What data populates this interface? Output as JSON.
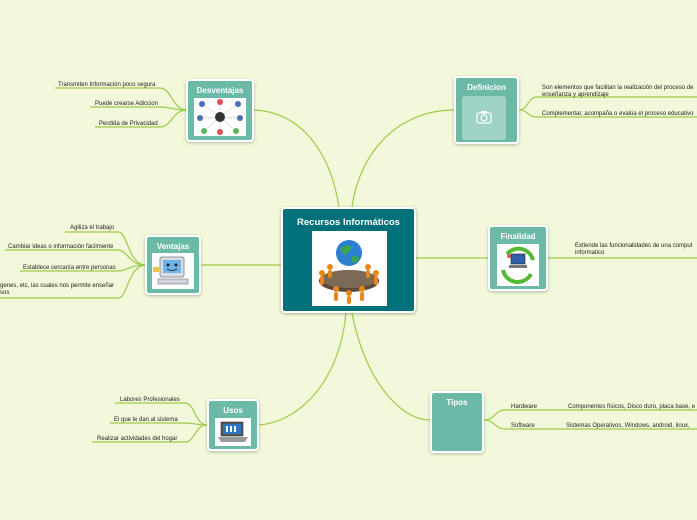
{
  "center": {
    "title": "Recursos Informáticos",
    "image": "globe-meeting-image"
  },
  "desventajas": {
    "title": "Desventajas",
    "image": "network-people-image",
    "items": [
      "Transmiten Información poco segura",
      "Puede crearse Adiccion",
      "Perdida de Privacidad"
    ]
  },
  "definicion": {
    "title": "Definicion",
    "image": "camera-icon",
    "items": [
      "Son elementos que facilitan la realización del proceso de enseñanza y aprendizaje",
      "Complementar, acompaña o evalúa el proceso educativo"
    ]
  },
  "ventajas": {
    "title": "Ventajas",
    "image": "computer-character-image",
    "items": [
      "Agiliza el trabajo",
      "Cambiar ideas o información fácilmente",
      "Establece cercanía entre personas",
      "genes, etc, las cuales nos permite enseñar sos"
    ]
  },
  "finalidad": {
    "title": "Finalidad",
    "image": "recycle-computer-image",
    "items": [
      "Extiende las funcionalidades de una comput informatico"
    ]
  },
  "usos": {
    "title": "Usos",
    "image": "laptop-image",
    "items": [
      "Labores Profesionales",
      "El que le dan al sistema",
      "Realizar actividades del hogar"
    ]
  },
  "tipos": {
    "title": "Tipos",
    "items": [
      {
        "label": "Hardware",
        "detail": "Componentes físicos, Disco duro, placa base, e"
      },
      {
        "label": "Software",
        "detail": "Sistemas Operativos, Windows, android, linux,"
      }
    ]
  },
  "colors": {
    "background": "#f2f8d9",
    "center": "#00717a",
    "node": "#6cb9a8",
    "line": "#9ccc4a"
  }
}
